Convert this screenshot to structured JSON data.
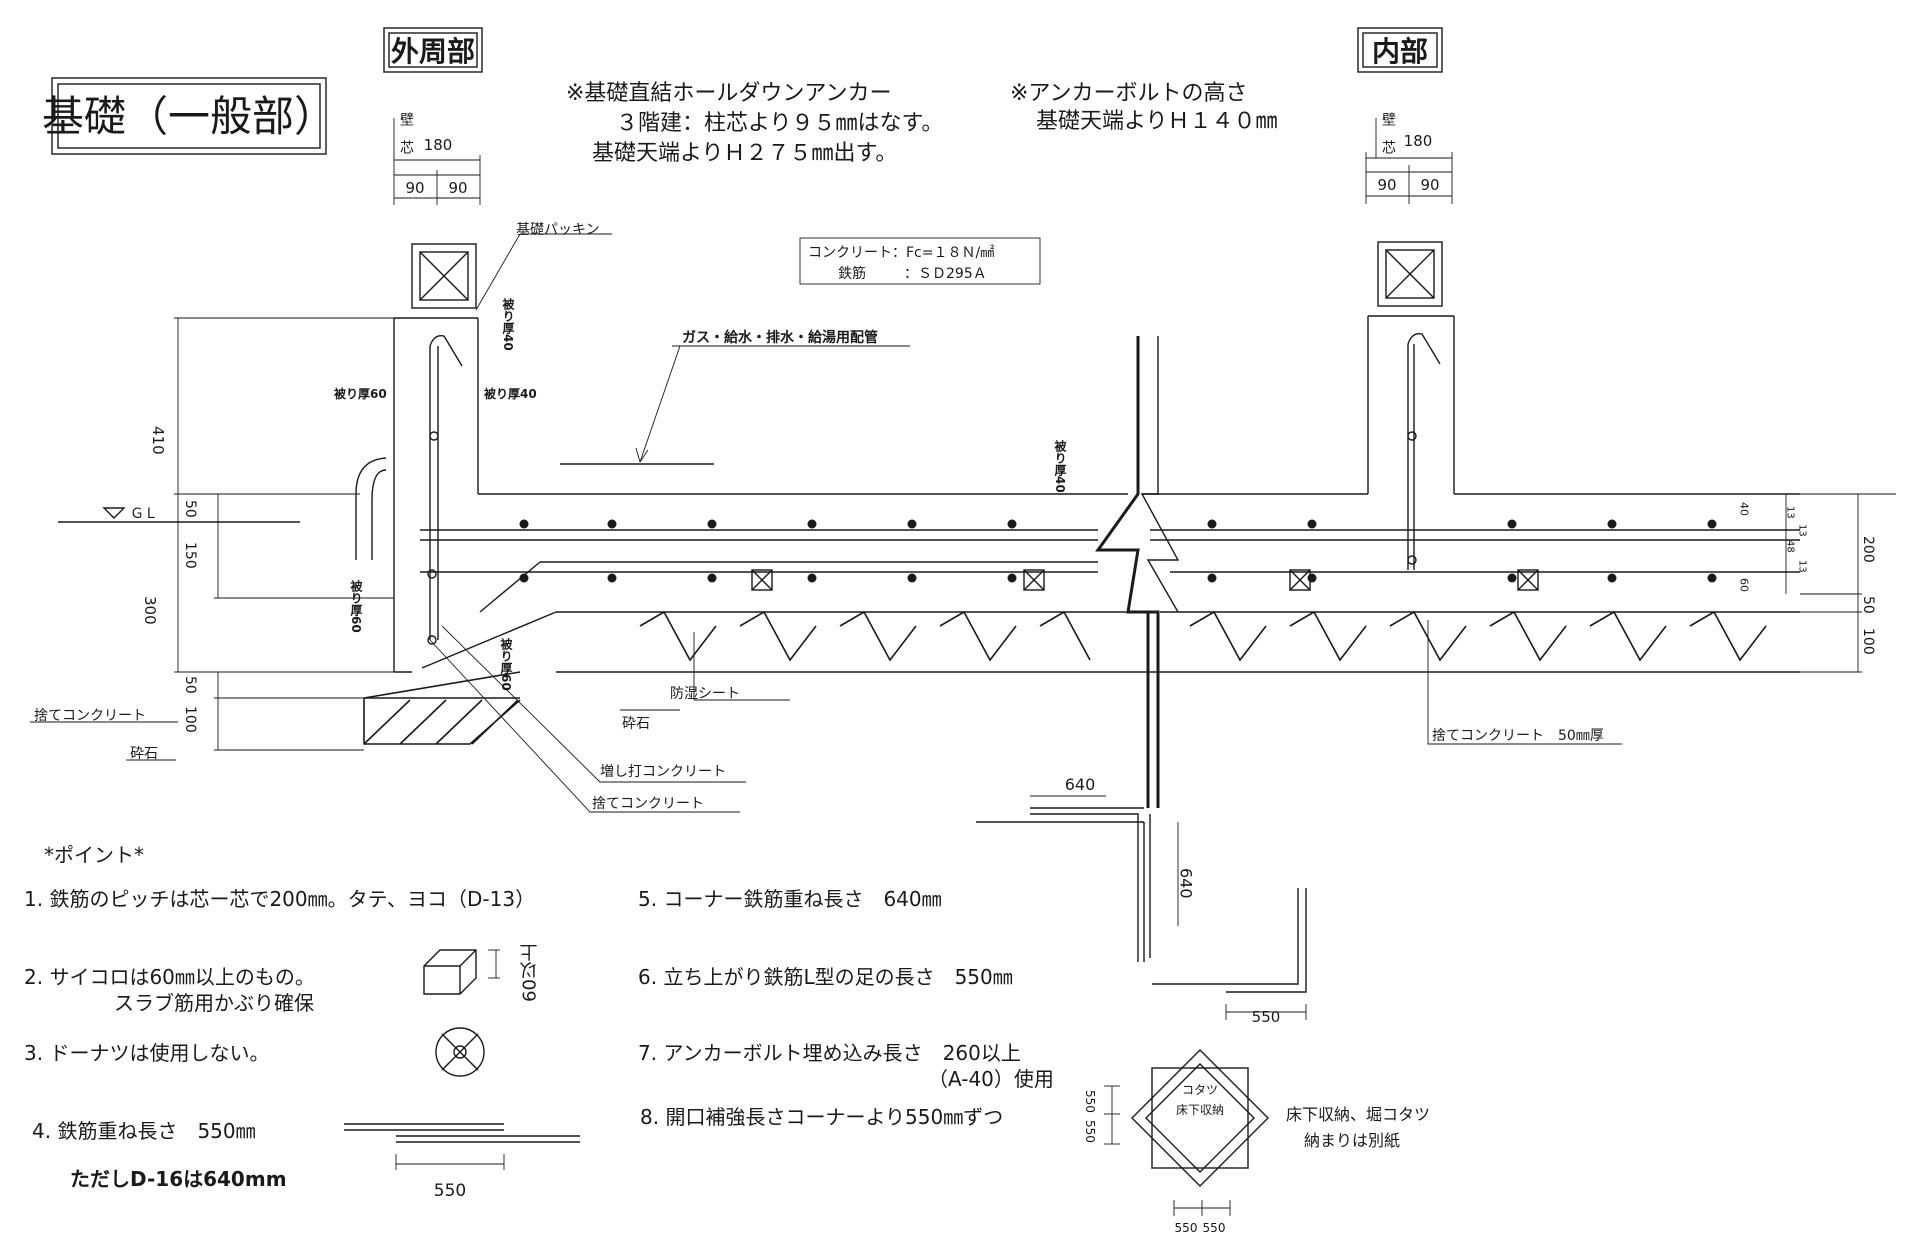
{
  "titles": {
    "section": "基礎（一般部）",
    "outer": "外周部",
    "inner": "内部"
  },
  "notes": {
    "anchor_1": "※基礎直結ホールダウンアンカー",
    "anchor_2": "３階建：柱芯より９５㎜はなす。",
    "anchor_3": "基礎天端よりＨ２７５㎜出す。",
    "bolt_1": "※アンカーボルトの高さ",
    "bolt_2": "基礎天端よりＨ１４０㎜"
  },
  "spec": {
    "concrete": "コンクリート：Fc=１８Ｎ/㎟",
    "rebar_label": "鉄筋",
    "rebar_value": "：ＳＤ295Ａ"
  },
  "labels": {
    "wall_center": "壁　芯",
    "packing": "基礎パッキン",
    "pipes": "ガス・給水・排水・給湯用配管",
    "cover_60": "被り厚60",
    "cover_40": "被り厚40",
    "gl": "ＧＬ",
    "blinding": "捨てコンクリート",
    "gravel": "砕石",
    "moisture": "防湿シート",
    "extra_conc": "増し打コンクリート",
    "blinding_50": "捨てコンクリート　50㎜厚"
  },
  "dims": {
    "d180": "180",
    "d90a": "90",
    "d90b": "90",
    "d410": "410",
    "d50": "50",
    "d150": "150",
    "d300": "300",
    "d100": "100",
    "d200": "200",
    "d40": "40",
    "d13": "13",
    "d48": "48",
    "d60": "60",
    "d640": "640",
    "d550": "550"
  },
  "points": {
    "heading": "*ポイント*",
    "p1": "1. 鉄筋のピッチは芯ー芯で200㎜。タテ、ヨコ（D-13）",
    "p2a": "2. サイコロは60㎜以上のもの。",
    "p2b": "スラブ筋用かぶり確保",
    "p2_tag": "60以上",
    "p3": "3. ドーナツは使用しない。",
    "p4": "4. 鉄筋重ね長さ　550㎜",
    "p4b": "ただしD-16は640mm",
    "p5": "5. コーナー鉄筋重ね長さ　640㎜",
    "p6": "6. 立ち上がり鉄筋L型の足の長さ　550㎜",
    "p7a": "7. アンカーボルト埋め込み長さ　260以上",
    "p7b": "（A-40）使用",
    "p8": "8. 開口補強長さコーナーより550㎜ずつ",
    "kotatsu_1": "コタツ",
    "kotatsu_2": "床下収納",
    "storage_1": "床下収納、堀コタツ",
    "storage_2": "納まりは別紙"
  }
}
